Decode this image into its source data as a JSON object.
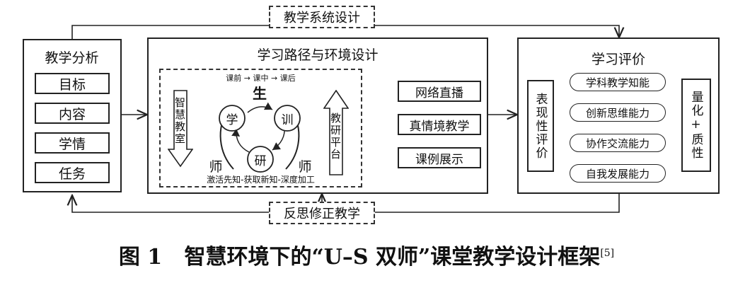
{
  "diagram": {
    "top_label": "教学系统设计",
    "bottom_label": "反思修正教学",
    "left_panel": {
      "title": "教学分析",
      "items": [
        "目标",
        "内容",
        "学情",
        "任务"
      ]
    },
    "center_panel": {
      "title": "学习路径与环境设计",
      "sequence": "课前 → 课中 → 课后",
      "left_arrow": "智慧教室",
      "right_arrow": "教研平台",
      "cycle": {
        "top": "生",
        "left_node": "学",
        "right_node": "训",
        "bottom_node": "研",
        "left_teacher": "师",
        "right_teacher": "师"
      },
      "bottom_text": "激活先知-获取新知-深度加工",
      "outputs": [
        "网络直播",
        "真情境教学",
        "课例展示"
      ]
    },
    "right_panel": {
      "title": "学习评价",
      "left_box": "表现性评价",
      "abilities": [
        "学科教学知能",
        "创新思维能力",
        "协作交流能力",
        "自我发展能力"
      ],
      "right_box": "量化+质性"
    }
  },
  "caption": {
    "label": "图 1",
    "text": "智慧环境下的“U–S 双师”课堂教学设计框架",
    "ref": "[5]"
  }
}
